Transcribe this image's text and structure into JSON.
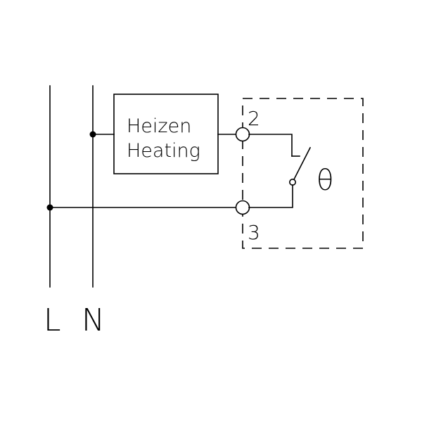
{
  "component": {
    "label_line1": "Heizen",
    "label_line2": "Heating"
  },
  "terminals": {
    "top": "2",
    "bottom": "3"
  },
  "thermostat_symbol": "θ",
  "lines": {
    "live": "L",
    "neutral": "N"
  }
}
